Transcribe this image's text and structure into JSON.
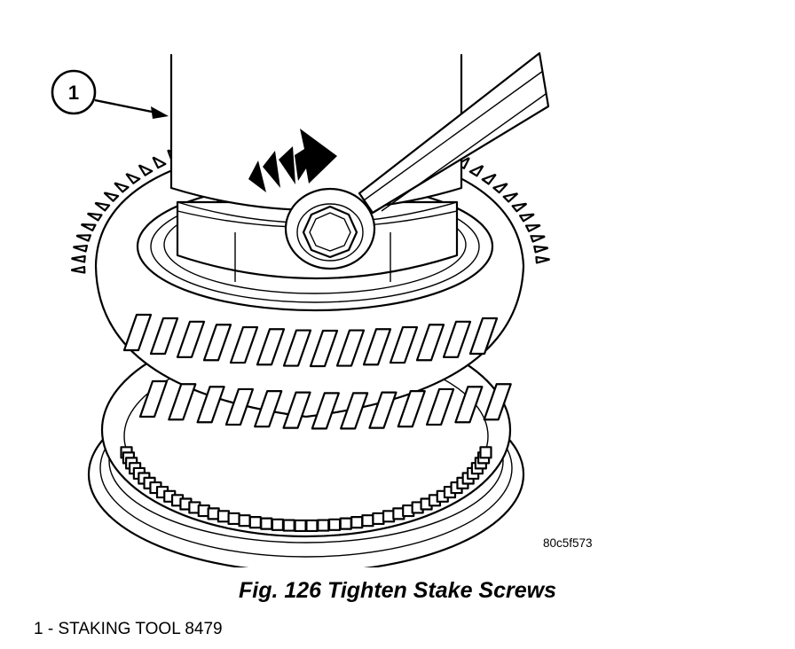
{
  "figure": {
    "code": "80c5f573",
    "caption": "Fig. 126 Tighten Stake Screws"
  },
  "callout": {
    "number": "1"
  },
  "legend": {
    "items": [
      {
        "text": "1 - STAKING TOOL 8479"
      }
    ]
  }
}
